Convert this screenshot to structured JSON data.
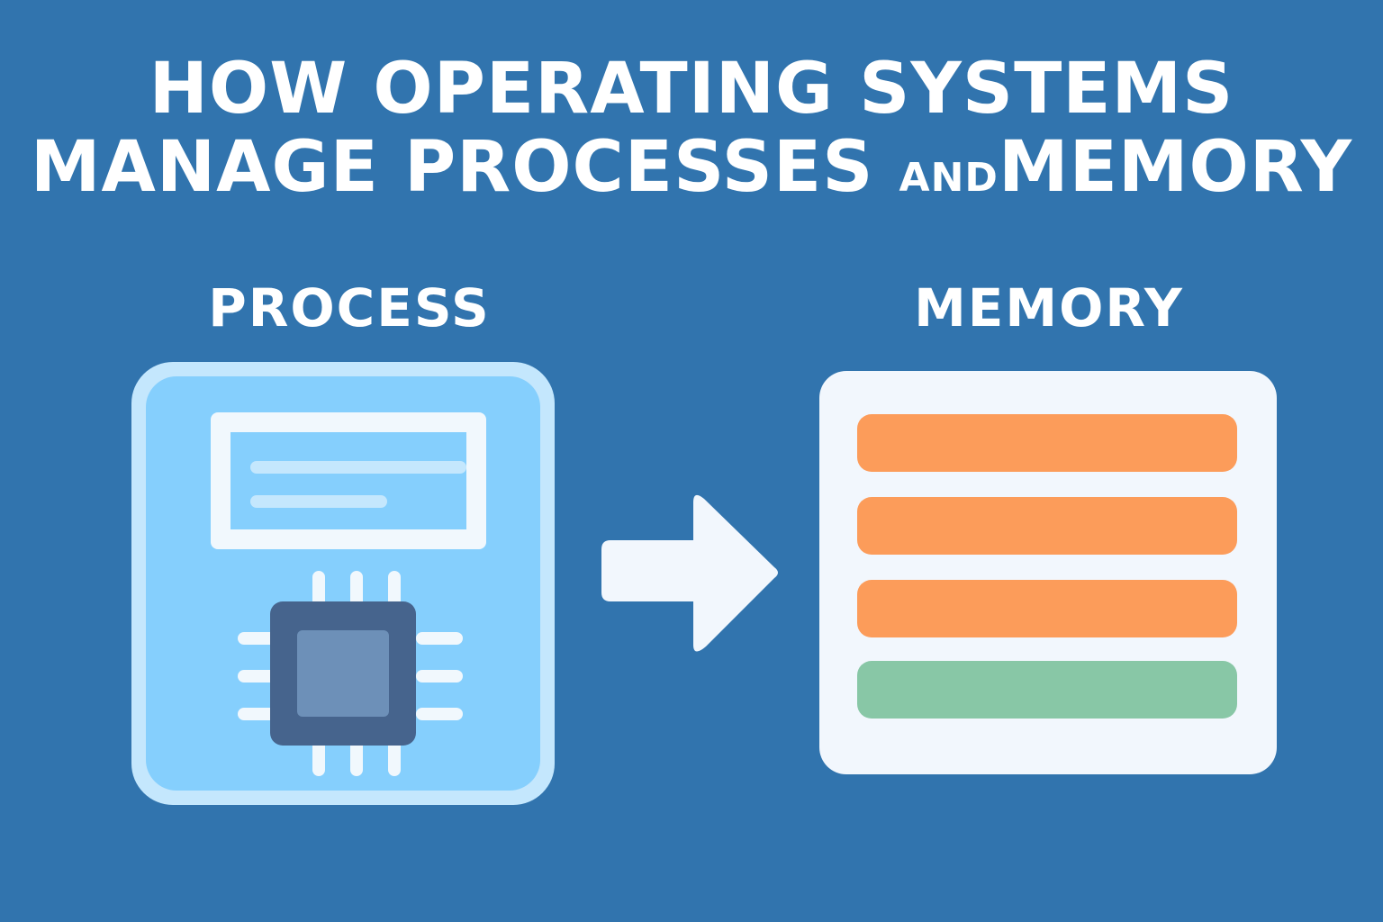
{
  "title": {
    "line1": "HOW OPERATING SYSTEMS",
    "line2_part1": "MANAGE PROCESSES ",
    "line2_small": "AND",
    "line2_part2": "MEMORY"
  },
  "labels": {
    "process": "PROCESS",
    "memory": "MEMORY"
  },
  "icons": {
    "process": "cpu-chip-icon",
    "arrow": "arrow-right-icon",
    "memory": "memory-stack-icon"
  },
  "colors": {
    "background": "#3174AE",
    "process_outer": "#C4E7FD",
    "process_inner": "#85CFFD",
    "chip_dark": "#46648D",
    "chip_core": "#6D90B8",
    "memory_card": "#F2F7FD",
    "memory_used": "#FC9C5A",
    "memory_free": "#88C7A6"
  },
  "memory_blocks": [
    {
      "state": "used",
      "color": "#FC9C5A"
    },
    {
      "state": "used",
      "color": "#FC9C5A"
    },
    {
      "state": "used",
      "color": "#FC9C5A"
    },
    {
      "state": "free",
      "color": "#88C7A6"
    }
  ]
}
